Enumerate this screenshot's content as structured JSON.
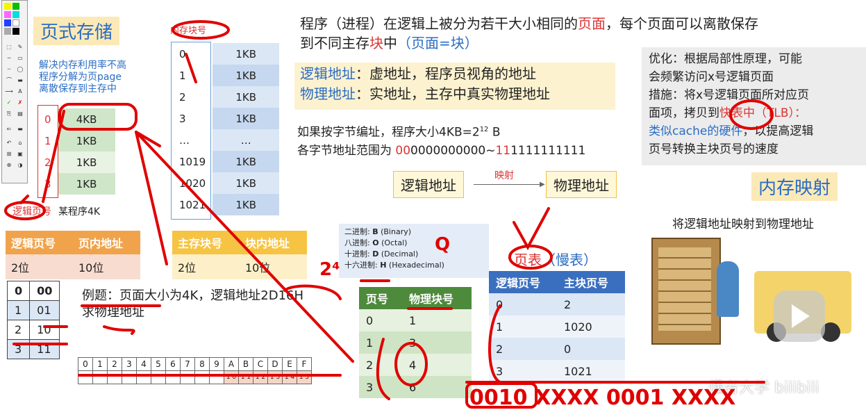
{
  "palette": {
    "tools": [
      "⬚",
      "✎",
      "─",
      "▭",
      "◯",
      "⌒",
      "T",
      "A",
      "✓",
      "✗",
      "⎘",
      "▤",
      "⇐",
      "▬",
      "↶",
      "⌂",
      "⊕",
      "◑"
    ]
  },
  "title": "页式存储",
  "intro": [
    "解决内存利用率不高",
    "程序分解为页page",
    "离散保存到主存中"
  ],
  "page_col_label": "内存块号",
  "logical_page_label": "逻辑页号",
  "program_label": "某程序4K",
  "program_pages": [
    {
      "num": "0",
      "size": "4KB"
    },
    {
      "num": "1",
      "size": "1KB"
    },
    {
      "num": "2",
      "size": "1KB"
    },
    {
      "num": "3",
      "size": "1KB"
    }
  ],
  "memory_blocks": [
    {
      "num": "0",
      "size": "1KB"
    },
    {
      "num": "1",
      "size": "1KB"
    },
    {
      "num": "2",
      "size": "1KB"
    },
    {
      "num": "3",
      "size": "1KB"
    },
    {
      "num": "…",
      "size": "…"
    },
    {
      "num": "1019",
      "size": "1KB"
    },
    {
      "num": "1020",
      "size": "1KB"
    },
    {
      "num": "1021",
      "size": "1KB"
    }
  ],
  "logical_addr_table": {
    "headers": [
      "逻辑页号",
      "页内地址"
    ],
    "values": [
      "2位",
      "10位"
    ]
  },
  "physical_addr_table": {
    "headers": [
      "主存块号",
      "块内地址"
    ],
    "values": [
      "2位",
      "10位"
    ]
  },
  "bin_list": [
    [
      "0",
      "00"
    ],
    [
      "1",
      "01"
    ],
    [
      "2",
      "10"
    ],
    [
      "3",
      "11"
    ]
  ],
  "example": {
    "line1": "例题：页面大小为4K，逻辑地址2D16H",
    "line2": "求物理地址"
  },
  "hex_digits": [
    "0",
    "1",
    "2",
    "3",
    "4",
    "5",
    "6",
    "7",
    "8",
    "9",
    "A",
    "B",
    "C",
    "D",
    "E",
    "F"
  ],
  "hex_binary": [
    "1 0",
    "1 1",
    "1 2",
    "1 3",
    "1 4",
    "1 5"
  ],
  "main_text": {
    "line1_pre": "程序（进程）在逻辑上被分为若干大小相同的",
    "line1_red": "页面",
    "line1_post": "，每个页面可以离散保存",
    "line2_pre": "到不同主存",
    "line2_red": "块",
    "line2_post": "中",
    "line2_blue": "（页面=块）"
  },
  "defs": [
    {
      "term": "逻辑地址",
      "desc": "：虚地址，程序员视角的地址"
    },
    {
      "term": "物理地址",
      "desc": "：实地址，主存中真实物理地址"
    }
  ],
  "byte_addr": {
    "line1": "如果按字节编址，程序大小4KB=2",
    "sup": "12",
    "unit": " B",
    "line2_pre": "各字节地址范围为  ",
    "range_start_red": "00",
    "range_start": "0000000000",
    "tilde": "~",
    "range_end_red": "11",
    "range_end": "1111111111"
  },
  "mapping": {
    "left": "逻辑地址",
    "label": "映射",
    "right": "物理地址"
  },
  "radix": [
    {
      "name": "二进制",
      "letter": "B",
      "en": "(Binary)"
    },
    {
      "name": "八进制",
      "letter": "O",
      "en": "(Octal)"
    },
    {
      "name": "十进制",
      "letter": "D",
      "en": "(Decimal)"
    },
    {
      "name": "十六进制",
      "letter": "H",
      "en": "(Hexadecimal)"
    }
  ],
  "page_table": {
    "headers": [
      "页号",
      "物理块号"
    ],
    "rows": [
      [
        "0",
        "1"
      ],
      [
        "1",
        "3"
      ],
      [
        "2",
        "4"
      ],
      [
        "3",
        "6"
      ]
    ]
  },
  "optimization": [
    "优化：根据局部性原理，可能",
    "会频繁访问x号逻辑页面",
    "措施：将x号逻辑页面所对应页",
    "面项，拷贝到",
    "快表中（TLB）：",
    "类似cache的硬件",
    "，以提高逻辑",
    "页号转换主块页号的速度"
  ],
  "memory_map": {
    "title": "内存映射",
    "desc": "将逻辑地址映射到物理地址"
  },
  "tlb": {
    "title_red": "页表",
    "title_blue": "（慢表）",
    "headers": [
      "逻辑页号",
      "主块页号"
    ],
    "rows": [
      [
        "0",
        "2"
      ],
      [
        "1",
        "1020"
      ],
      [
        "2",
        "0"
      ],
      [
        "3",
        "1021"
      ]
    ]
  },
  "handwriting": {
    "result": "0010 XXXX 0001 XXXX",
    "power": "2⁴",
    "q": "Q"
  },
  "watermark": "懂者大学 bilibili",
  "colors": {
    "accent_red": "#d33",
    "accent_blue": "#2a6cc4",
    "ink": "#e00000"
  }
}
